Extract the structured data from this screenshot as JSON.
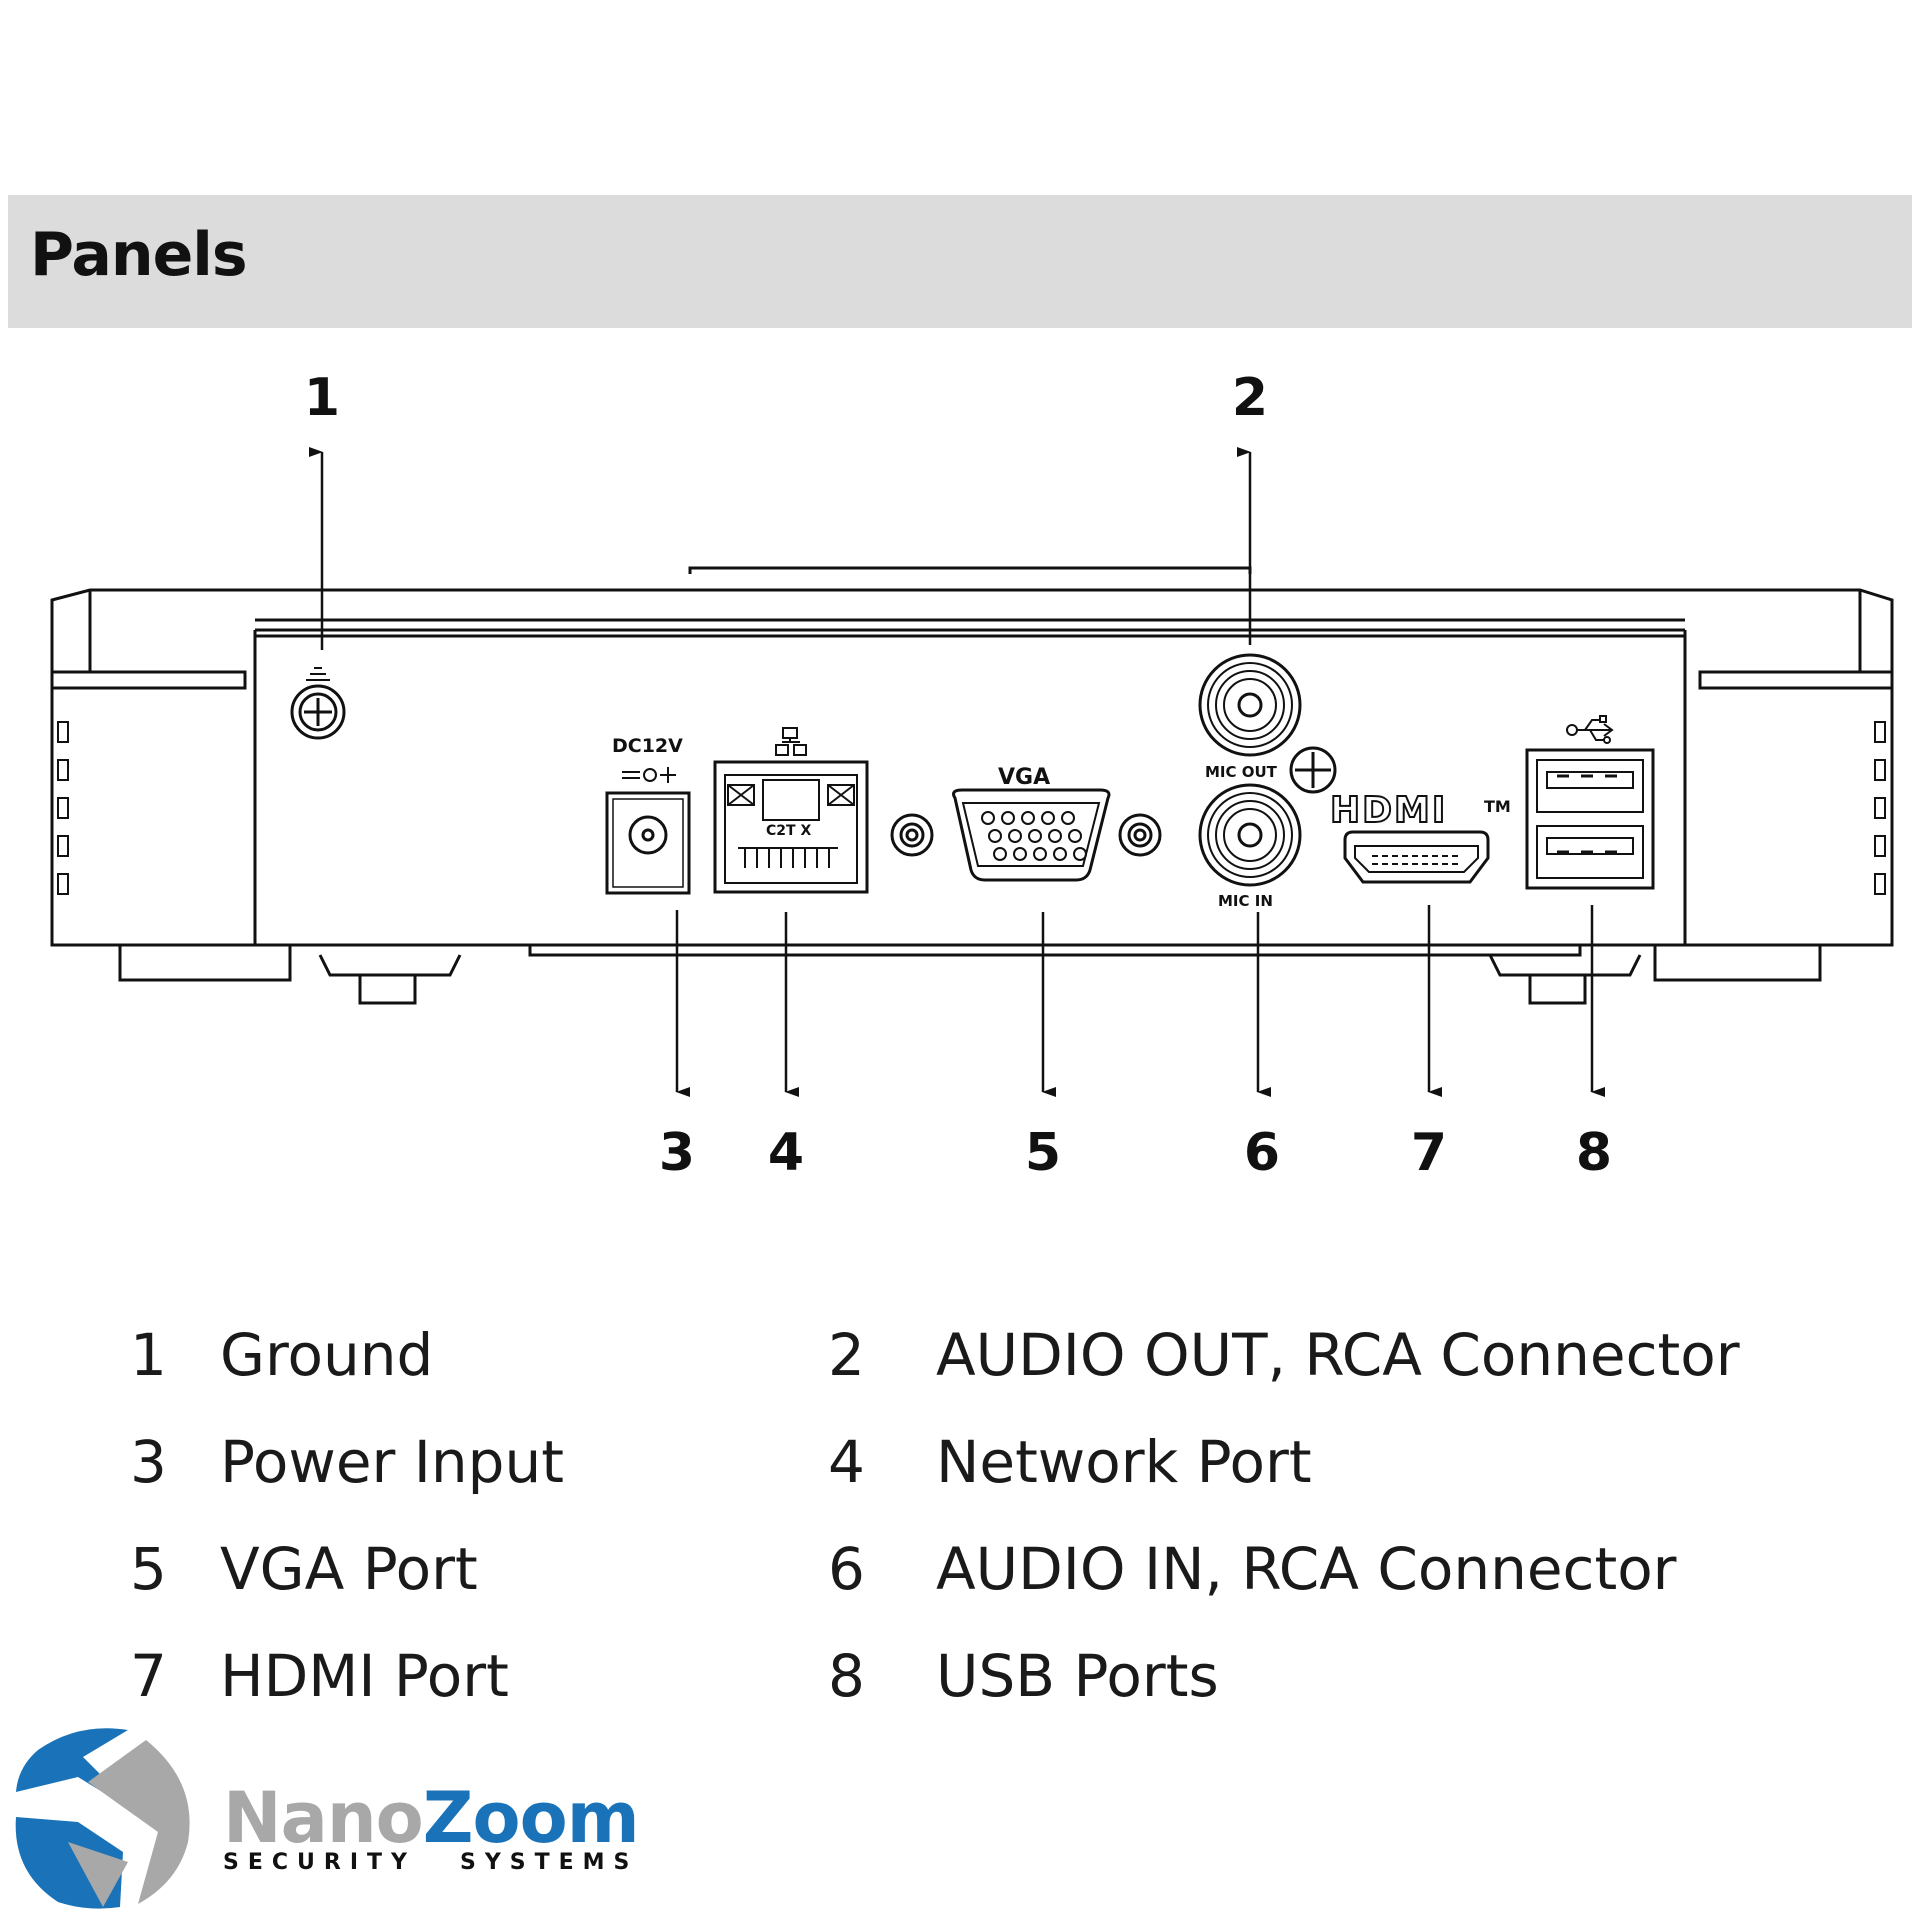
{
  "header": {
    "title": "Panels"
  },
  "diagram": {
    "callouts": [
      "1",
      "2",
      "3",
      "4",
      "5",
      "6",
      "7",
      "8"
    ],
    "panel_text": {
      "dc": "DC12V",
      "vga": "VGA",
      "mic_out": "MIC OUT",
      "mic_in": "MIC IN",
      "hdmi": "HDMI",
      "tm": "TM",
      "net_label": "C2T X"
    }
  },
  "legend": [
    {
      "num": "1",
      "label": "Ground"
    },
    {
      "num": "2",
      "label": "AUDIO OUT, RCA Connector"
    },
    {
      "num": "3",
      "label": "Power Input"
    },
    {
      "num": "4",
      "label": "Network Port"
    },
    {
      "num": "5",
      "label": "VGA Port"
    },
    {
      "num": "6",
      "label": "AUDIO IN, RCA Connector"
    },
    {
      "num": "7",
      "label": "HDMI Port"
    },
    {
      "num": "8",
      "label": "USB Ports"
    }
  ],
  "logo": {
    "word_a": "Nano",
    "word_b": "Zoom",
    "sub_a": "SECURITY",
    "sub_b": "SYSTEMS",
    "brand_blue": "#1a73b8",
    "brand_gray": "#a8a8a8"
  }
}
